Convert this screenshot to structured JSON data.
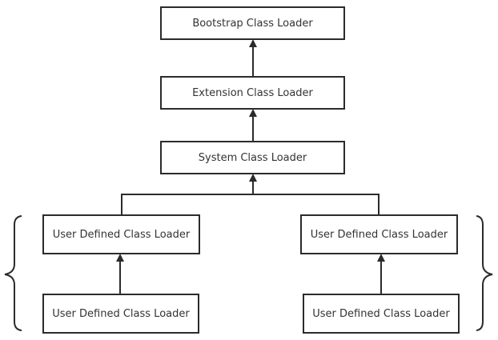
{
  "nodes": {
    "bootstrap": "Bootstrap Class Loader",
    "extension": "Extension Class Loader",
    "system": "System Class Loader",
    "user_left_top": "User Defined Class Loader",
    "user_right_top": "User Defined Class Loader",
    "user_left_bottom": "User Defined Class Loader",
    "user_right_bottom": "User Defined Class Loader"
  },
  "edges": [
    {
      "from": "extension",
      "to": "bootstrap"
    },
    {
      "from": "system",
      "to": "extension"
    },
    {
      "from": "user_left_top",
      "to": "system"
    },
    {
      "from": "user_right_top",
      "to": "system"
    },
    {
      "from": "user_left_bottom",
      "to": "user_left_top"
    },
    {
      "from": "user_right_bottom",
      "to": "user_right_top"
    }
  ],
  "colors": {
    "stroke": "#2b2b2b",
    "text": "#333333",
    "background": "#ffffff"
  }
}
